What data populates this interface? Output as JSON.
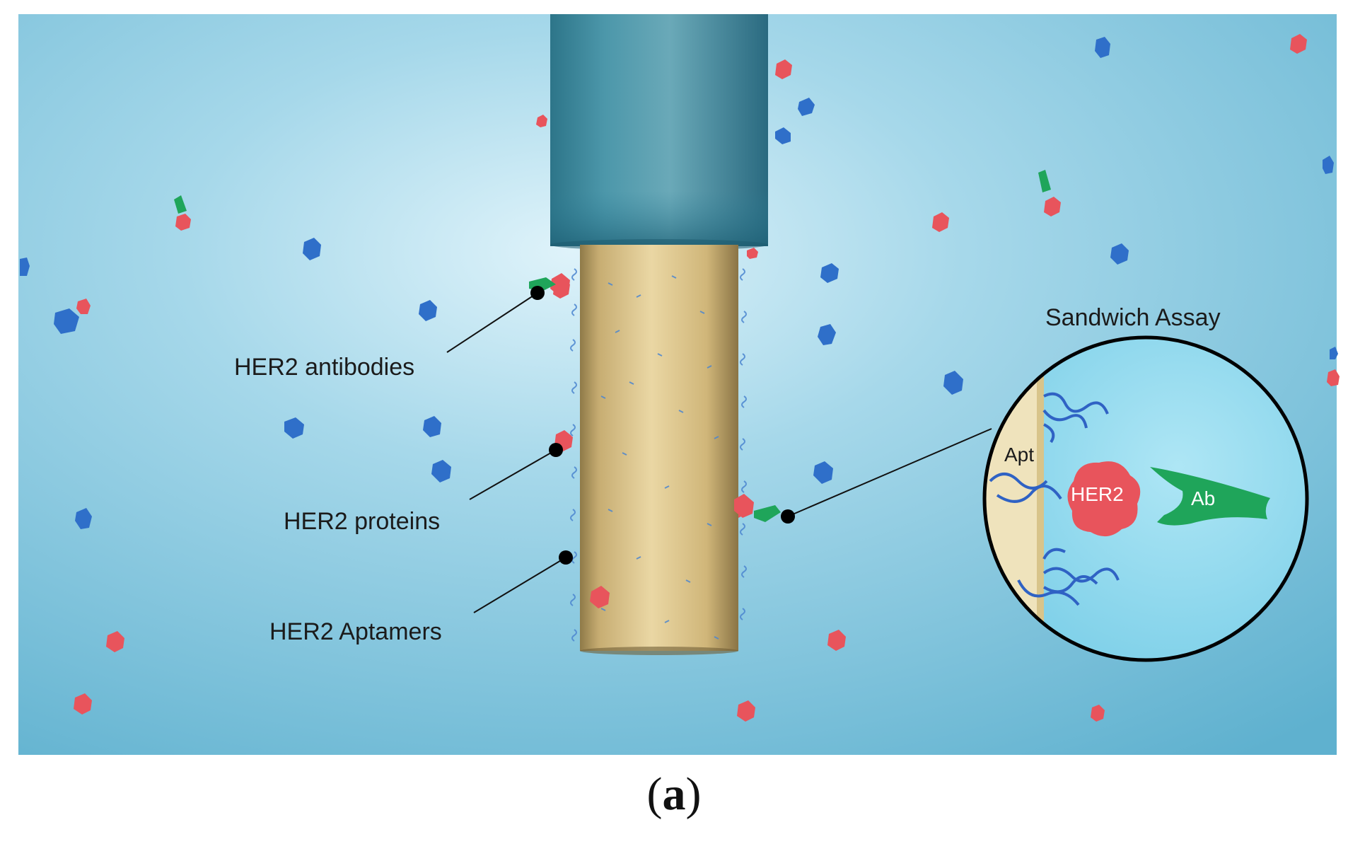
{
  "labels": {
    "antibodies": "HER2 antibodies",
    "proteins": "HER2 proteins",
    "aptamers": "HER2 Aptamers",
    "inset_title": "Sandwich Assay",
    "inset_apt": "Apt",
    "inset_her2": "HER2",
    "inset_ab": "Ab"
  },
  "caption": {
    "open": "(",
    "letter": "a",
    "close": ")"
  },
  "colors": {
    "background": "#7cc4dd",
    "probe_sheath": "#2f7f97",
    "gold_fiber": "#d6c089",
    "her2_protein": "#e8545c",
    "other_protein": "#2f6fc9",
    "antibody": "#1fa55a"
  }
}
